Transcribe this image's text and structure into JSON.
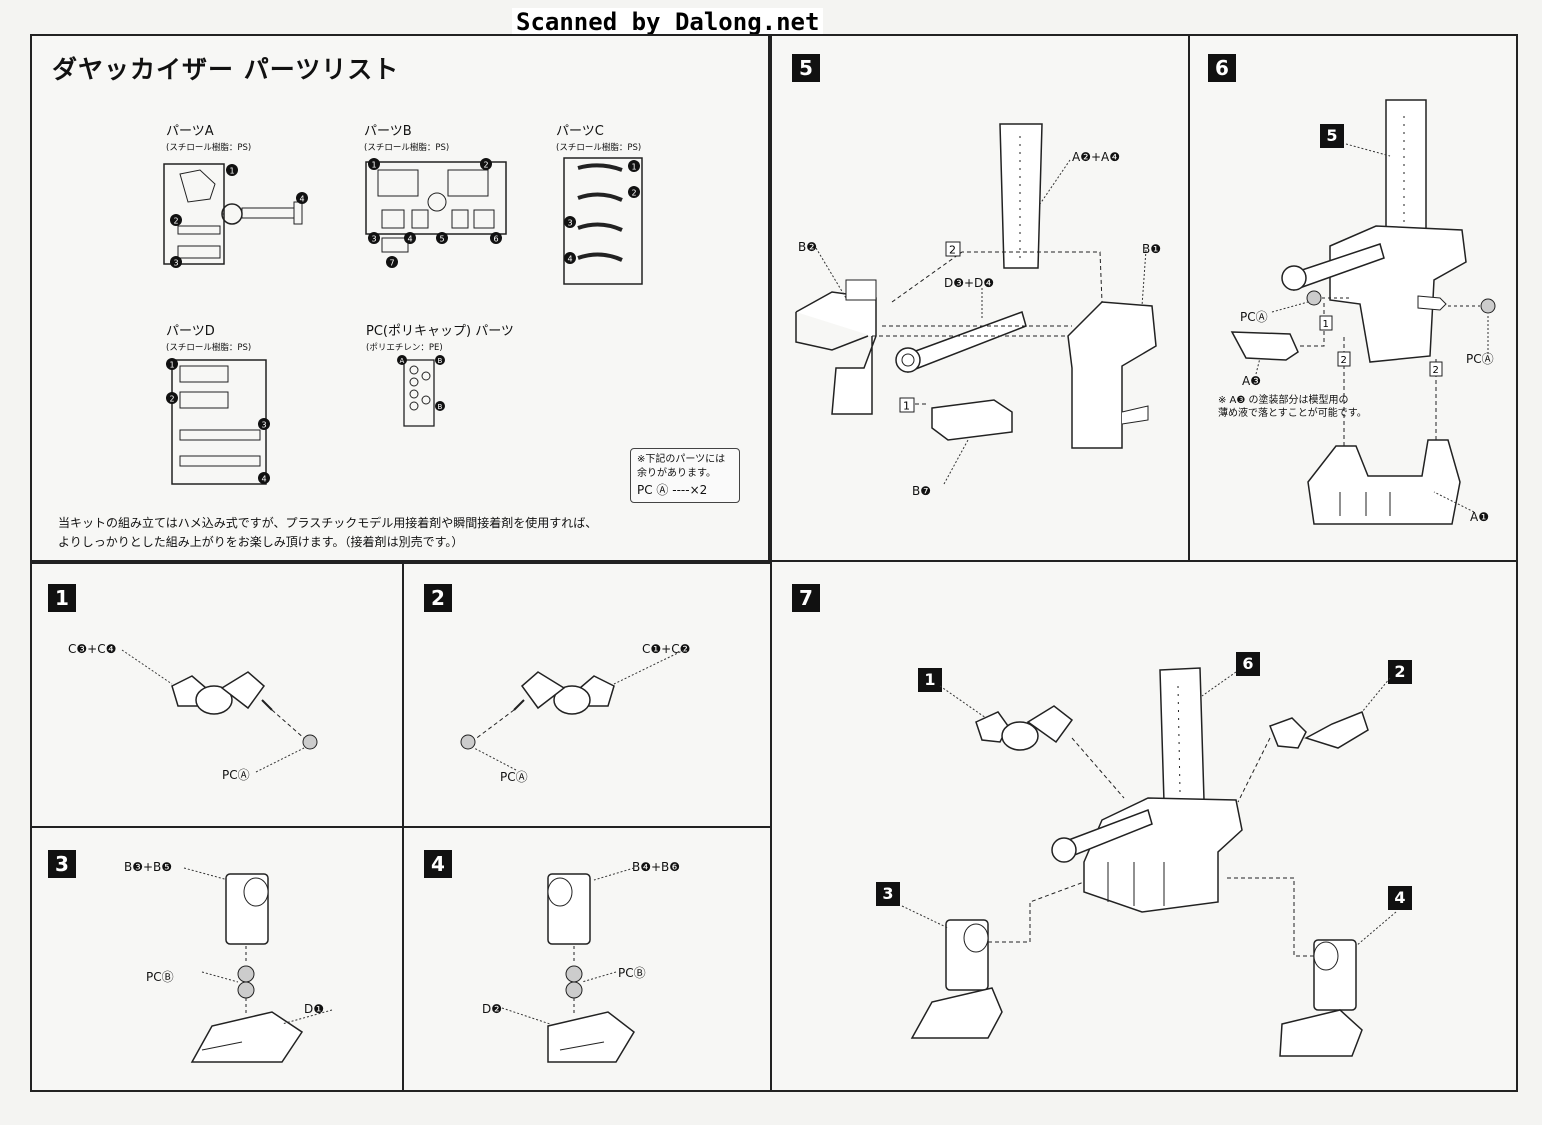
{
  "watermark": "Scanned by Dalong.net",
  "parts_list": {
    "title": "ダヤッカイザー パーツリスト",
    "sprues": [
      {
        "name": "パーツA",
        "material": "(スチロール樹脂：PS)"
      },
      {
        "name": "パーツB",
        "material": "(スチロール樹脂：PS)"
      },
      {
        "name": "パーツC",
        "material": "(スチロール樹脂：PS)"
      },
      {
        "name": "パーツD",
        "material": "(スチロール樹脂：PS)"
      },
      {
        "name": "PC(ポリキャップ) パーツ",
        "material": "(ポリエチレン：PE)"
      }
    ],
    "spare_note": {
      "line1": "※下記のパーツには",
      "line2": "余りがあります。",
      "line3": "PC Ⓐ ----×2"
    },
    "instructions_line1": "当キットの組み立てはハメ込み式ですが、プラスチックモデル用接着剤や瞬間接着剤を使用すれば、",
    "instructions_line2": "よりしっかりとした組み上がりをお楽しみ頂けます。（接着剤は別売です。）"
  },
  "steps": {
    "s1": {
      "num": "1",
      "label_a": "C❸+C❹",
      "label_b": "PCⒶ"
    },
    "s2": {
      "num": "2",
      "label_a": "C❶+C❷",
      "label_b": "PCⒶ"
    },
    "s3": {
      "num": "3",
      "label_a": "B❸+B❺",
      "label_b": "PCⒷ",
      "label_c": "D❶"
    },
    "s4": {
      "num": "4",
      "label_a": "B❹+B❻",
      "label_b": "PCⒷ",
      "label_c": "D❷"
    },
    "s5": {
      "num": "5",
      "label_a": "A❷+A❹",
      "label_b": "B❷",
      "label_c": "D❸+D❹",
      "label_d": "B❶",
      "label_e": "B❼",
      "arrow1": "1",
      "arrow2": "2"
    },
    "s6": {
      "num": "6",
      "sub_step": "5",
      "label_a": "PCⒶ",
      "label_b": "PCⒶ",
      "label_c": "A❸",
      "label_d": "A❶",
      "arrow1": "1",
      "arrow2": "2",
      "arrow3": "2",
      "note_line1": "※ A❸ の塗装部分は模型用の",
      "note_line2": "薄め液で落とすことが可能です。"
    },
    "s7": {
      "num": "7",
      "callouts": [
        "1",
        "6",
        "2",
        "3",
        "4"
      ]
    }
  },
  "colors": {
    "ink": "#111111",
    "paper": "#f7f7f5"
  }
}
